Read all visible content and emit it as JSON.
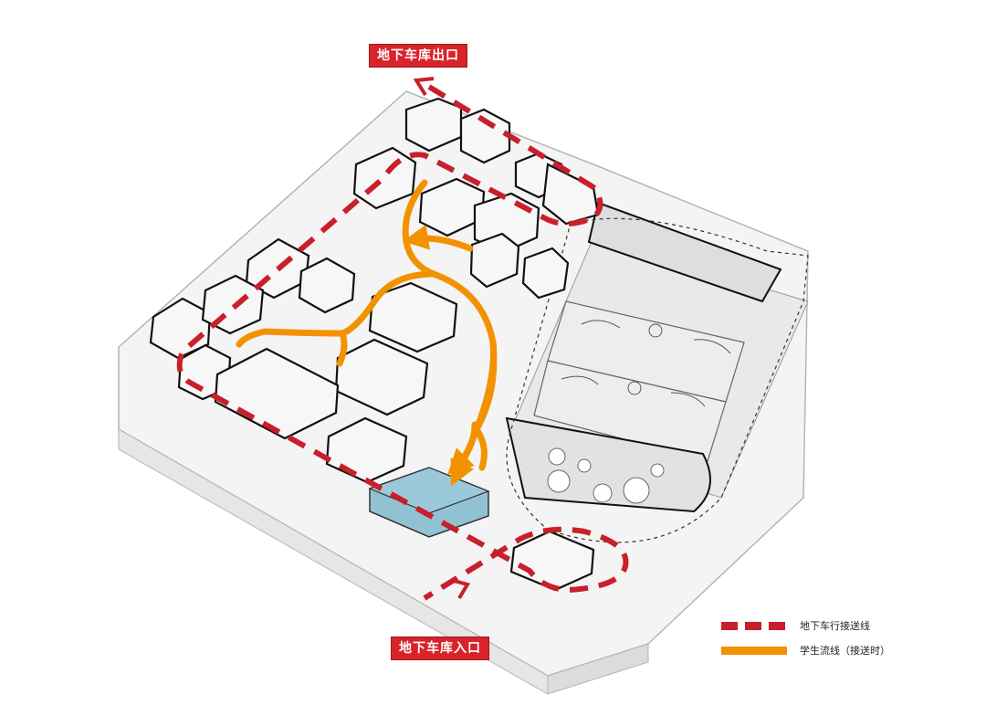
{
  "labels": {
    "exit": "地下车库出口",
    "entry": "地下车库入口"
  },
  "legend": {
    "car_route": "地下车行接送线",
    "student_route": "学生流线（接送时）"
  },
  "colors": {
    "car_route": "#c8202a",
    "student_route": "#f39200",
    "tag_bg": "#d8232a",
    "highlight_box": "#7fb8cc",
    "outline": "#111111",
    "ground": "#f2f2f2"
  }
}
